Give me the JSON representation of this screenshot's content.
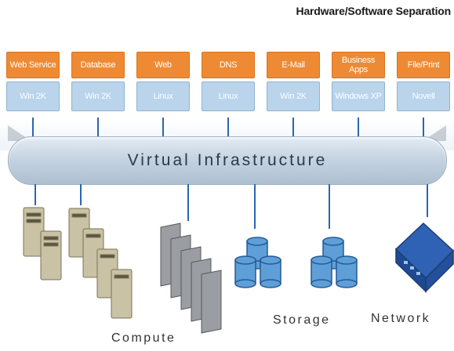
{
  "header": {
    "title": "Hardware/Software Separation"
  },
  "stack": [
    {
      "app": "Web Service",
      "os": "Win 2K"
    },
    {
      "app": "Database",
      "os": "Win 2K"
    },
    {
      "app": "Web",
      "os": "Linux"
    },
    {
      "app": "DNS",
      "os": "Linux"
    },
    {
      "app": "E-Mail",
      "os": "Win 2K"
    },
    {
      "app": "Business Apps",
      "os": "Windows XP"
    },
    {
      "app": "File/Print",
      "os": "Novell"
    }
  ],
  "layer": {
    "label": "Virtual Infrastructure"
  },
  "resources": {
    "compute": "Compute",
    "storage": "Storage",
    "network": "Network"
  },
  "colors": {
    "app": "#ee8a34",
    "os": "#b9d4eb",
    "wire": "#2a66b0"
  }
}
